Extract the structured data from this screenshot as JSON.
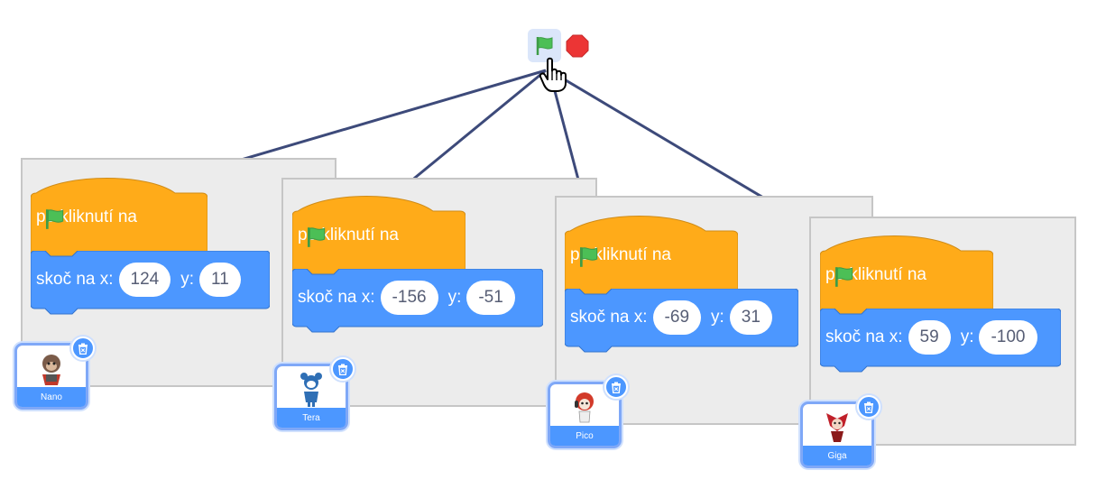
{
  "controls": {
    "green_flag": "green-flag-icon",
    "stop": "stop-icon"
  },
  "scripts": [
    {
      "hat_label": "po kliknutí na",
      "motion_label": "skoč na x:",
      "x": "124",
      "y_label": "y:",
      "y": "11",
      "sprite_name": "Nano"
    },
    {
      "hat_label": "po kliknutí na",
      "motion_label": "skoč na x:",
      "x": "-156",
      "y_label": "y:",
      "y": "-51",
      "sprite_name": "Tera"
    },
    {
      "hat_label": "po kliknutí na",
      "motion_label": "skoč na x:",
      "x": "-69",
      "y_label": "y:",
      "y": "31",
      "sprite_name": "Pico"
    },
    {
      "hat_label": "po kliknutí na",
      "motion_label": "skoč na x:",
      "x": "59",
      "y_label": "y:",
      "y": "-100",
      "sprite_name": "Giga"
    }
  ],
  "colors": {
    "events": "#ffab19",
    "motion": "#4c97ff",
    "flag": "#4cbf56",
    "stop": "#ec5959",
    "line": "#3d4a7a"
  }
}
